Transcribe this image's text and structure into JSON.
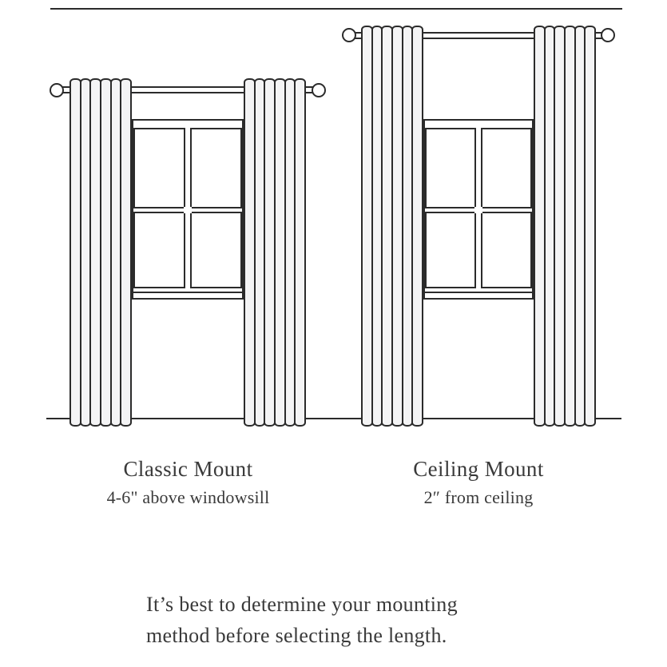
{
  "theme": {
    "background": "#ffffff",
    "line_color": "#2b2b2b",
    "text_color": "#3a3a3a",
    "curtain_fill": "#f4f4f5"
  },
  "diagrams": [
    {
      "title": "Classic Mount",
      "subtitle": "4-6\" above windowsill"
    },
    {
      "title": "Ceiling Mount",
      "subtitle": "2″ from ceiling"
    }
  ],
  "note": {
    "lines": [
      "It’s best to determine your mounting",
      "method before selecting the length."
    ]
  }
}
